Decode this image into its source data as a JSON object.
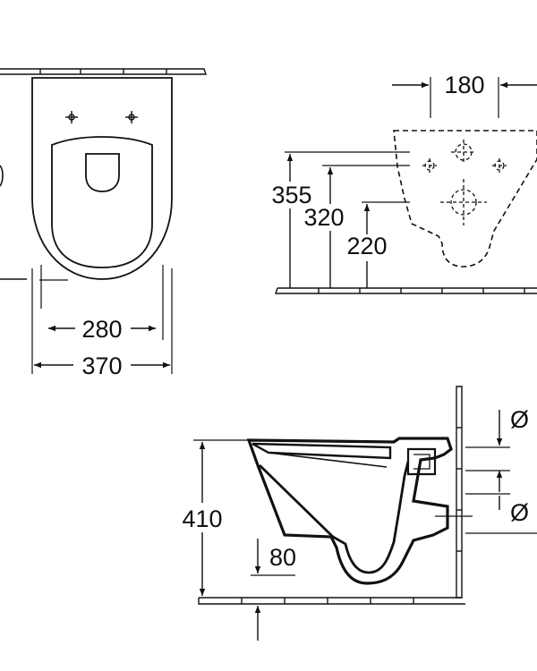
{
  "drawing": {
    "top_view": {
      "inner_width_label": "280",
      "outer_width_label": "370"
    },
    "back_view": {
      "fixing_spacing_label": "180",
      "height_355_label": "355",
      "height_320_label": "320",
      "height_220_label": "220"
    },
    "side_view": {
      "height_410_label": "410",
      "height_80_label": "80",
      "diameter_symbol_1": "Ø",
      "diameter_symbol_2": "Ø"
    },
    "colors": {
      "line": "#111111",
      "background": "#ffffff"
    }
  }
}
